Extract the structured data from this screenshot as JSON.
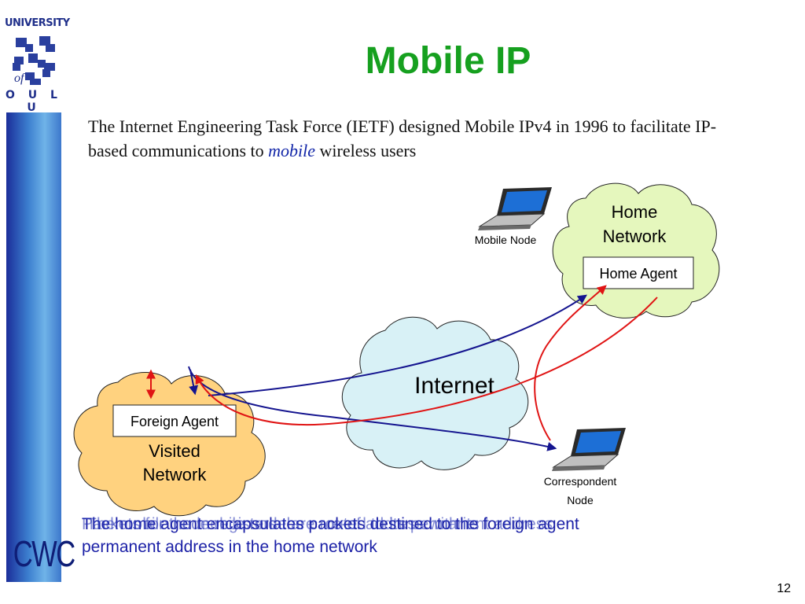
{
  "logo": {
    "top_text": "UNIVERSITY",
    "of_text": "of",
    "bottom_text": "O U L U"
  },
  "sidebar": {
    "brand": "CWC"
  },
  "slide": {
    "title": "Mobile IP",
    "intro_part1": "The Internet Engineering Task Force (IETF) designed Mobile IPv4 in 1996 to facilitate IP-based communications to ",
    "intro_emphasis": "mobile",
    "intro_part2": " wireless users",
    "page_number": "12"
  },
  "diagram": {
    "home_network_line1": "Home",
    "home_network_line2": "Network",
    "home_agent": "Home Agent",
    "internet": "Internet",
    "foreign_agent": "Foreign Agent",
    "visited_line1": "Visited",
    "visited_line2": "Network",
    "mobile_node": "Mobile Node",
    "correspondent_line1": "Correspondent",
    "correspondent_line2": "Node"
  },
  "caption": {
    "line1": "The home agent encapsulates packets destined to the foreign agent",
    "line2": "permanent address in the home network",
    "overlay1": "Packets for the mobile node are routed to its permanent address",
    "overlay2": "The mobile node registers the care-of address with its"
  },
  "colors": {
    "title_green": "#16a01f",
    "cloud_fill_home": "#e5f7bd",
    "cloud_fill_internet": "#d8f1f6",
    "cloud_fill_visited": "#ffd27f",
    "arrow_blue": "#14148f",
    "arrow_red": "#e01414",
    "caption_blue": "#1a1fa6"
  }
}
